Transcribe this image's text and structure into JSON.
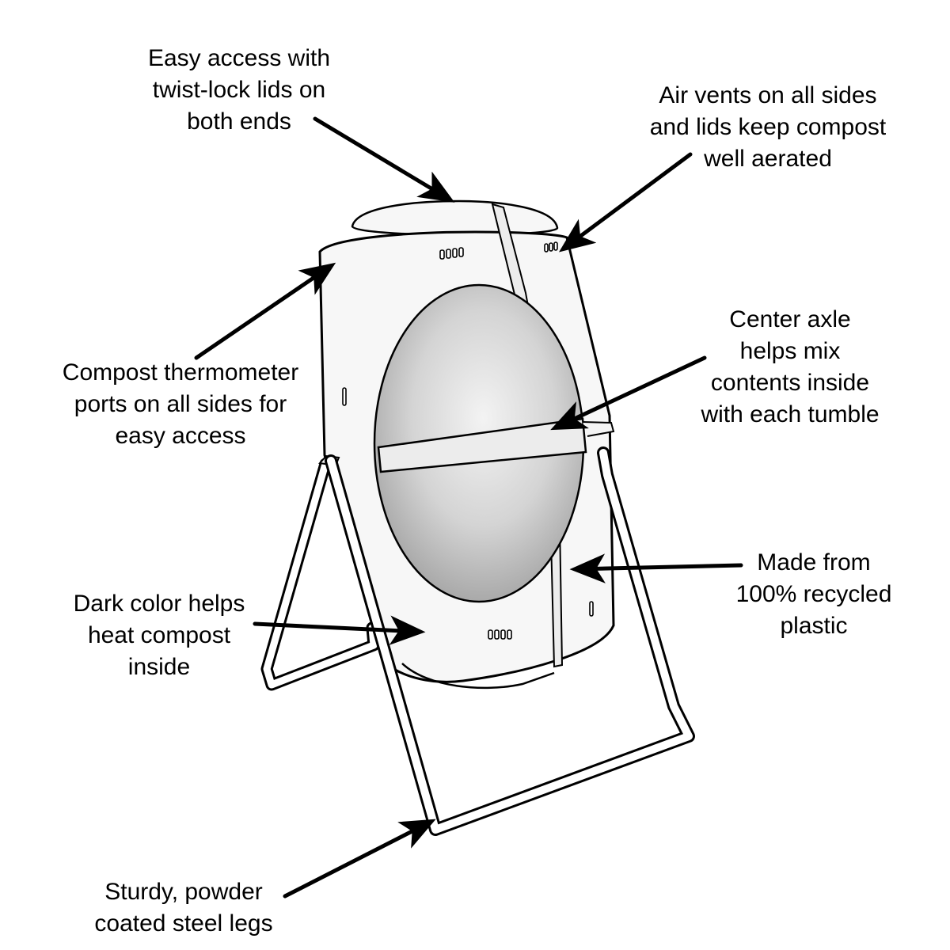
{
  "callouts": {
    "access": {
      "lines": [
        "Easy access with",
        "twist-lock lids on",
        "both ends"
      ]
    },
    "vents": {
      "lines": [
        "Air vents on all sides",
        "and lids keep compost",
        "well aerated"
      ]
    },
    "axle": {
      "lines": [
        "Center axle",
        "helps mix",
        "contents inside",
        "with each tumble"
      ]
    },
    "ports": {
      "lines": [
        "Compost thermometer",
        "ports on all sides for",
        "easy access"
      ]
    },
    "recycled": {
      "lines": [
        "Made from",
        "100% recycled",
        "plastic"
      ]
    },
    "dark": {
      "lines": [
        "Dark color helps",
        "heat compost",
        "inside"
      ]
    },
    "legs": {
      "lines": [
        "Sturdy, powder",
        "coated steel legs"
      ]
    }
  },
  "colors": {
    "ink": "#000000",
    "barrel": "#f7f7f7",
    "face_center": "#f2f2f2",
    "face_edge": "#9a9a9a",
    "band": "#e9e9e9"
  }
}
